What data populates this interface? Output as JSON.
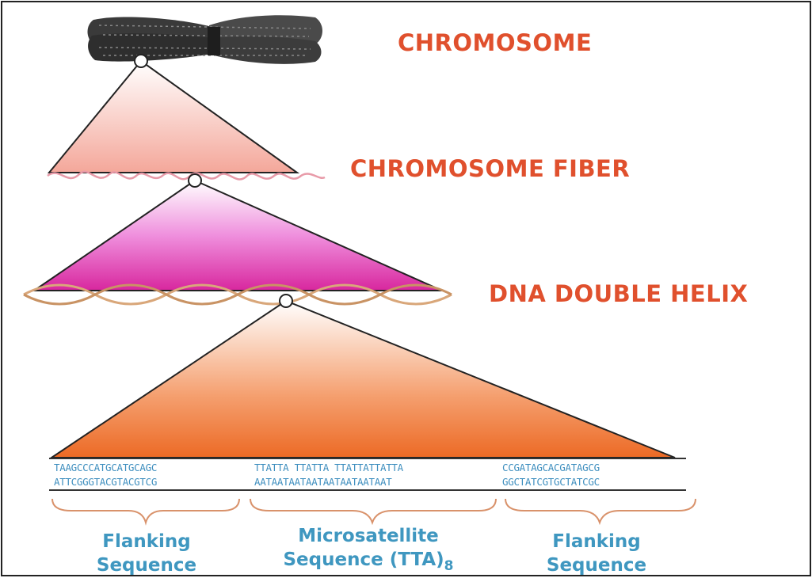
{
  "labels": {
    "chromosome": "CHROMOSOME",
    "fiber": "CHROMOSOME FIBER",
    "helix": "DNA DOUBLE HELIX"
  },
  "sequence": {
    "left_top": "TAAGCCCATGCATGCAGC",
    "left_bottom": "ATTCGGGTACGTACGTCG",
    "mid_top": "TTATTA TTATTA TTATTATTATTA",
    "mid_bottom": "AATAATAATAATAATAATAATAAT",
    "right_top": "CCGATAGCACGATAGCG",
    "right_bottom": "GGCTATCGTGCTATCGC"
  },
  "captions": {
    "left_line1": "Flanking",
    "left_line2": "Sequence",
    "mid_line1": "Microsatellite",
    "mid_line2": "Sequence (TTA)",
    "mid_sub": "8",
    "right_line1": "Flanking",
    "right_line2": "Sequence"
  },
  "colors": {
    "label": "#e0502d",
    "sequence": "#3f8fbf",
    "fiber": "#e89aa8",
    "helix": "#d9a77a"
  }
}
